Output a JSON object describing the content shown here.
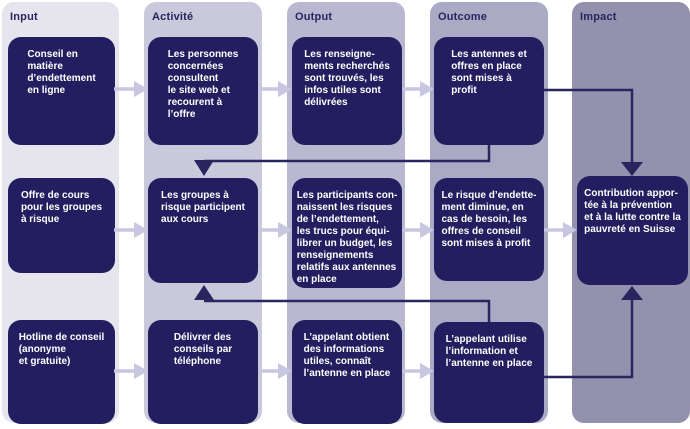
{
  "diagram": {
    "type": "logic-model-flow",
    "columns": [
      {
        "id": "input",
        "label": "Input",
        "bg": "#e6e5ee"
      },
      {
        "id": "activite",
        "label": "Activité",
        "bg": "#cac8db"
      },
      {
        "id": "output",
        "label": "Output",
        "bg": "#bab8d0"
      },
      {
        "id": "outcome",
        "label": "Outcome",
        "bg": "#abaac4"
      },
      {
        "id": "impact",
        "label": "Impact",
        "bg": "#9391ae"
      }
    ],
    "boxes": {
      "input1": {
        "text": "Conseil en\nmatière\nd’endettement\nen ligne"
      },
      "activite1": {
        "text": "Les personnes\nconcernées\nconsultent\nle site web et\nrecourent à\nl’offre"
      },
      "output1": {
        "text": "Les renseigne-\nments recherchés\nsont trouvés, les\ninfos utiles sont\ndélivrées"
      },
      "outcome1": {
        "text": "Les antennes et\noffres en place\nsont mises à\nprofit"
      },
      "input2": {
        "text": "Offre de cours\npour les groupes\nà risque"
      },
      "activite2": {
        "text": "Les groupes à\nrisque participent\naux cours"
      },
      "output2": {
        "text": "Les participants con-\nnaissent les risques\nde l’endettement,\nles trucs pour équi-\nlibrer un budget, les\nrenseignements\nrelatifs aux antennes\nen place"
      },
      "outcome2": {
        "text": "Le risque d’endette-\nment diminue, en\ncas de besoin, les\noffres de conseil\nsont mises à profit"
      },
      "impact1": {
        "text": "Contribution appor-\ntée à la prévention\net à la lutte contre la\npauvreté en Suisse"
      },
      "input3": {
        "text": "Hotline de conseil\n(anonyme\net gratuite)"
      },
      "activite3": {
        "text": "Délivrer des\nconseils par\ntéléphone"
      },
      "output3": {
        "text": "L’appelant obtient\ndes informations\nutiles, connaît\nl’antenne en place"
      },
      "outcome3": {
        "text": "L’appelant utilise\nl’information et\nl’antenne en place"
      }
    },
    "connections": {
      "row_flows": [
        [
          "input1",
          "activite1",
          "output1",
          "outcome1"
        ],
        [
          "input2",
          "activite2",
          "output2",
          "outcome2",
          "impact1"
        ],
        [
          "input3",
          "activite3",
          "output3",
          "outcome3"
        ]
      ],
      "feedback_arrows": [
        {
          "from": "outcome1",
          "to": "activite2"
        },
        {
          "from": "outcome1",
          "to": "impact1"
        },
        {
          "from": "outcome3",
          "to": "activite2"
        },
        {
          "from": "outcome3",
          "to": "impact1"
        }
      ]
    },
    "colors": {
      "box_fill": "#221e5f",
      "box_text": "#ffffff",
      "header_text": "#29255e",
      "feedback_connector": "#29255e",
      "flow_arrow": "#c8c6e0"
    }
  }
}
